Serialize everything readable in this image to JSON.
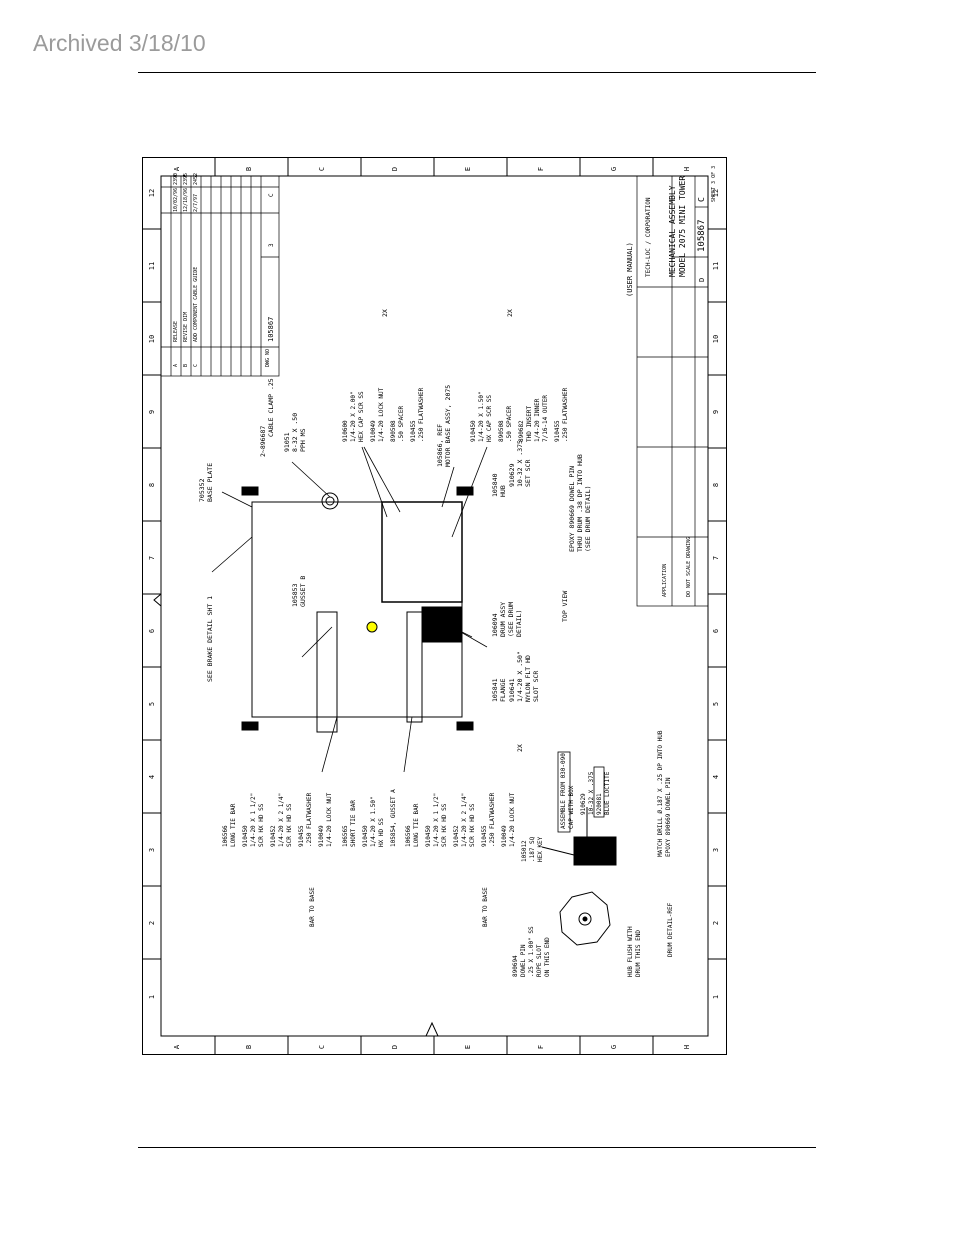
{
  "header": {
    "archived_label": "Archived 3/18/10"
  },
  "drawing": {
    "zone_letters": [
      "A",
      "B",
      "C",
      "D",
      "E",
      "F",
      "G",
      "H"
    ],
    "zone_numbers": [
      "12",
      "11",
      "10",
      "9",
      "8",
      "7",
      "6",
      "5",
      "4",
      "3",
      "2",
      "1"
    ],
    "title_block": {
      "company": "TECH-LOC / CORPORATION",
      "title_line1": "MECHANICAL ASSEMBLY",
      "title_line2": "MODEL 2075 MINI TOWER",
      "drawing_number": "105867",
      "rev": "C",
      "size": "D",
      "sheet": "SHEET 3 OF 3",
      "user_manual": "(USER MANUAL)",
      "do_not_scale": "DO NOT SCALE DRAWING",
      "application": "APPLICATION"
    },
    "revision_block": {
      "dwg_no_label": "DWG NO",
      "dwg_no": "105867",
      "sheet": "3",
      "rev": "C",
      "rows": [
        {
          "rev": "A",
          "desc": "RELEASE",
          "date": "10/02/96",
          "appr": "2390"
        },
        {
          "rev": "B",
          "desc": "REVISE DIM",
          "date": "12/18/96",
          "appr": "2395"
        },
        {
          "rev": "C",
          "desc": "ADD COMPONENT CABLE GUIDE",
          "date": "2/7/97",
          "appr": "2452"
        }
      ]
    },
    "labels": {
      "brake_detail": "SEE BRAKE DETAIL SHT 1",
      "base_plate_num": "705352",
      "base_plate": "BASE PLATE",
      "cable_clamp": "CABLE CLAMP .25",
      "cable_clamp_num": "2~896687",
      "screw_8_32_num": "91051",
      "screw_8_32": "8-32 X .50",
      "screw_8_32_b": "PPH MS",
      "gusset_b_num": "105853",
      "gusset_b": "GUSSET B",
      "motor_base": "105866, REF",
      "motor_base_b": "MOTOR BASE ASSY, 2075",
      "hub_num": "105840",
      "hub": "HUB",
      "set_scr_num": "910629",
      "set_scr": "10-32 X .375",
      "set_scr_b": "SET SCR",
      "epoxy_a": "EPOXY 890669 DOWEL PIN",
      "epoxy_b": "THRU DRUM .38 DP INTO HUB",
      "epoxy_c": "(SEE DRUM DETAIL)",
      "drum_num": "106094",
      "drum": "DRUM ASSY",
      "drum_c": "(SEE DRUM",
      "drum_d": "DETAIL)",
      "flange_num": "105841",
      "flange": "FLANGE",
      "slot_scr_num": "910641",
      "slot_scr": "1/4-20 X .50\"",
      "slot_scr_b": "NYLON FLT HD",
      "slot_scr_c": "SLOT SCR",
      "top_view": "TOP VIEW",
      "two_x": "2X",
      "stack1": [
        "910600",
        "1/4-20 X 2.00\"",
        "HEX CAP SCR SS",
        "910049",
        "1/4-20 LOCK NUT",
        "890508",
        ".50 SPACER",
        "910455",
        ".250 FLATWASHER"
      ],
      "stack2": [
        "910450",
        "1/4-20 X 1.50\"",
        "HX CAP SCR SS",
        "890508",
        ".50 SPACER",
        "890682",
        "THD INSERT",
        "1/4-20 INNER",
        "7/16-14 OUTER",
        "910455",
        ".250 FLATWASHER"
      ],
      "long_tie": [
        "106566",
        "LONG TIE BAR",
        "910450",
        "1/4-20 X 1 1/2\"",
        "SCR HX HD SS",
        "910452",
        "1/4-20 X 2 1/4\"",
        "SCR HX HD SS",
        "910455",
        ".250 FLATWASHER",
        "910049",
        "1/4-20 LOCK NUT"
      ],
      "short_tie": [
        "106565",
        "SHORT TIE BAR",
        "910450",
        "1/4-20 X 1.50\"",
        "HX HD SS"
      ],
      "gusset_a": "105854, GUSSET A",
      "bar_to_base": "BAR TO BASE",
      "assemble": "ASSEMBLE FROM 030-090",
      "assemble_b": "CAP WITH BOX",
      "drum_detail_title": "DRUM DETAIL-REF",
      "hex_key_num": "105012",
      "hex_key": ".187 SQ",
      "hex_key_b": "HEX KEY",
      "loctite_num": "920081",
      "loctite": "BLUE LOCTITE",
      "match_drill": "MATCH DRILL Ø.187 X .25 DP INTO HUB",
      "match_drill_b": "EPOXY 890669 DOWEL PIN",
      "dowel_num": "890694",
      "dowel": "DOWEL PIN",
      "dowel_b": ".25 X 1.00\" SS",
      "dowel_c": "ROPE SLOT",
      "dowel_d": "ON THIS END",
      "flush": "HUB FLUSH WITH",
      "flush_b": "DRUM THIS END"
    }
  }
}
